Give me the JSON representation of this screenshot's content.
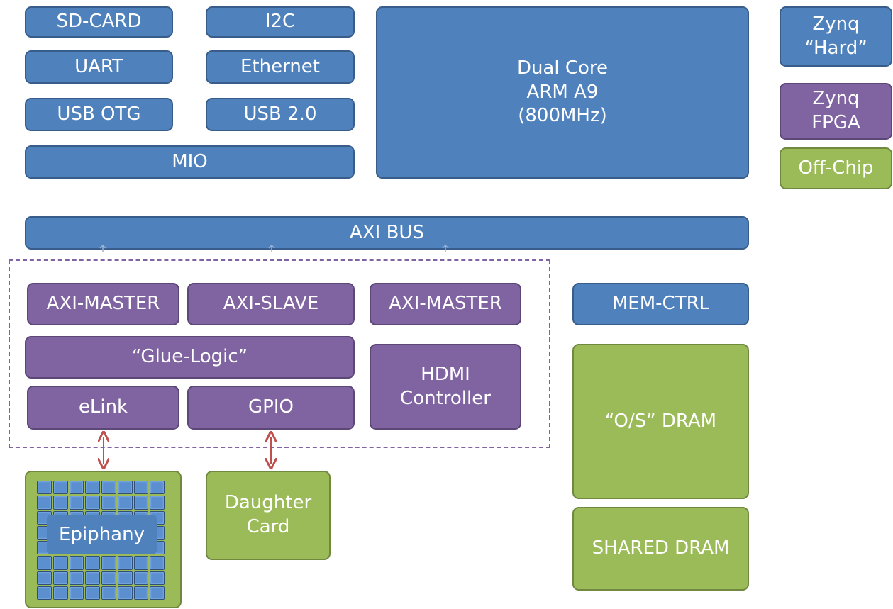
{
  "mio": {
    "sd_card": "SD-CARD",
    "i2c": "I2C",
    "uart": "UART",
    "ethernet": "Ethernet",
    "usb_otg": "USB OTG",
    "usb_2": "USB 2.0",
    "mio": "MIO"
  },
  "cpu": {
    "line1": "Dual Core",
    "line2": "ARM A9",
    "line3": "(800MHz)"
  },
  "legend": {
    "hard_line1": "Zynq",
    "hard_line2": "“Hard”",
    "fpga_line1": "Zynq",
    "fpga_line2": "FPGA",
    "offchip": "Off-Chip",
    "colors": {
      "hard": "#4f81bd",
      "fpga": "#8064a2",
      "offchip": "#9bbb59"
    }
  },
  "axi_bus": "AXI BUS",
  "fpga": {
    "axi_master_1": "AXI-MASTER",
    "axi_slave": "AXI-SLAVE",
    "axi_master_2": "AXI-MASTER",
    "glue_logic": "“Glue-Logic”",
    "elink": "eLink",
    "gpio": "GPIO",
    "hdmi_line1": "HDMI",
    "hdmi_line2": "Controller"
  },
  "memory": {
    "mem_ctrl": "MEM-CTRL",
    "os_dram": "“O/S” DRAM",
    "shared_dram": "SHARED DRAM"
  },
  "offchip": {
    "epiphany": "Epiphany",
    "daughter_line1": "Daughter",
    "daughter_line2": "Card"
  }
}
